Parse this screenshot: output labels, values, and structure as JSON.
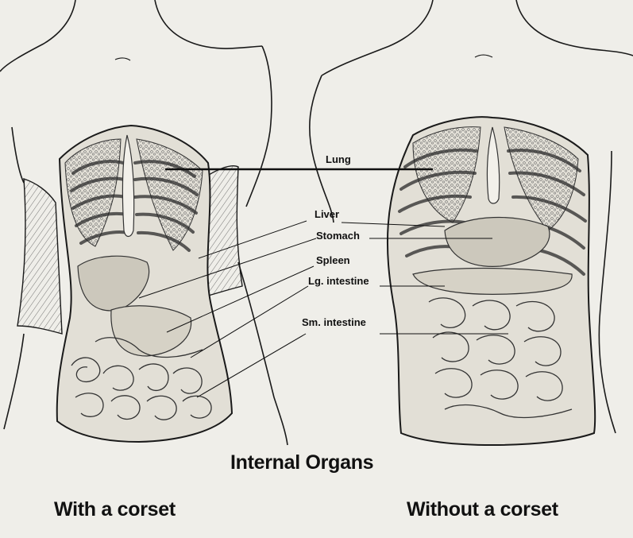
{
  "diagram": {
    "title": "Internal Organs",
    "left_caption": "With a corset",
    "right_caption": "Without a corset",
    "organ_labels": {
      "lung": "Lung",
      "liver": "Liver",
      "stomach": "Stomach",
      "spleen": "Spleen",
      "lg_intestine": "Lg. intestine",
      "sm_intestine": "Sm. intestine"
    }
  },
  "colors": {
    "paper": "#efeee9",
    "ink": "#1a1a1a",
    "cavity": "#d9d6cc"
  }
}
